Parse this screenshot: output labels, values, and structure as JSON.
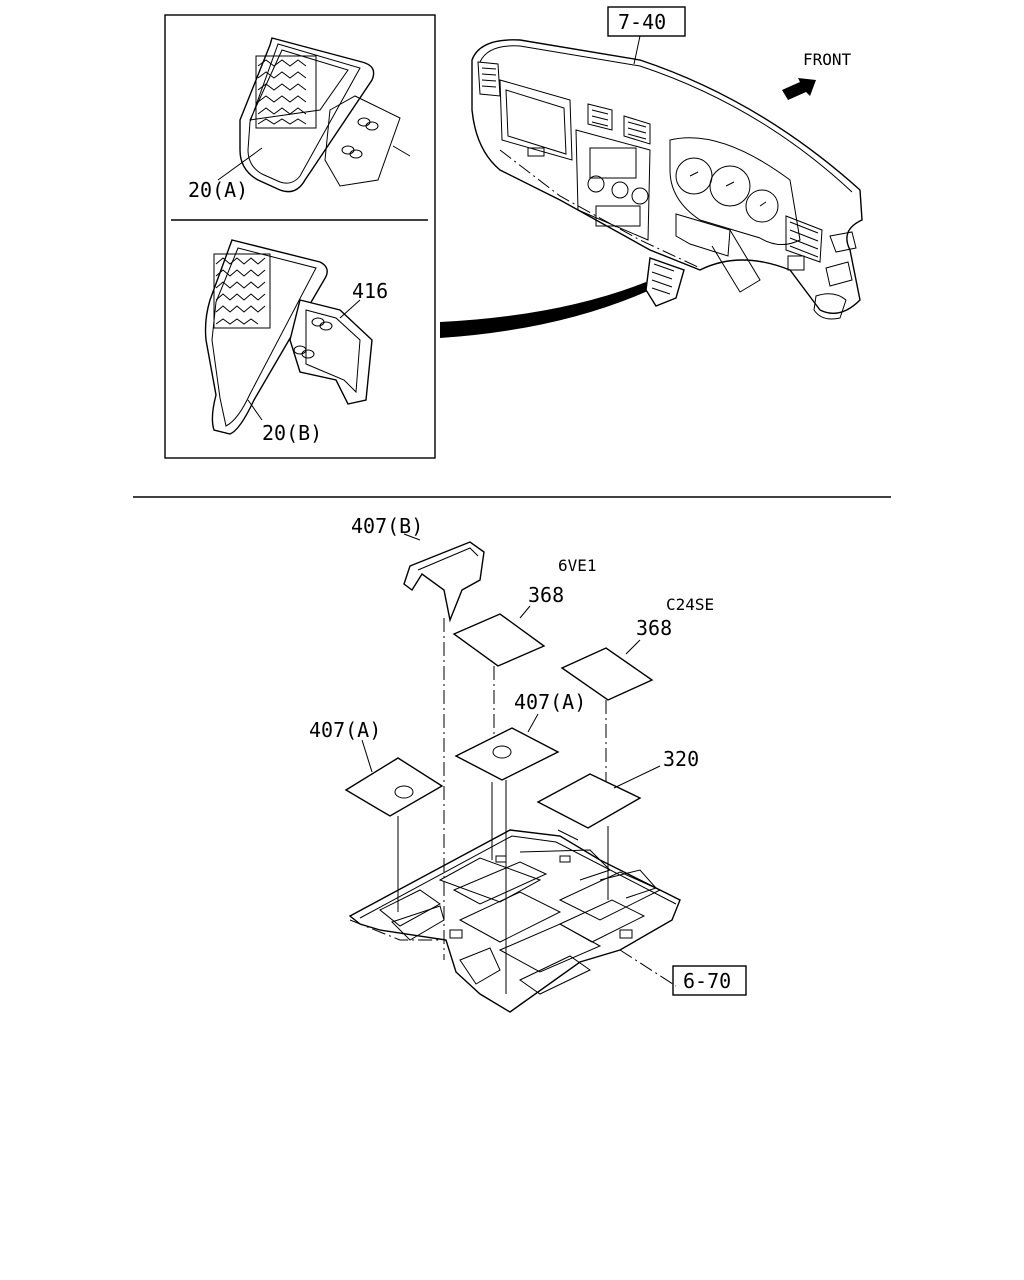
{
  "references": {
    "dashboard_ref": "7-40",
    "floor_ref": "6-70"
  },
  "direction": {
    "front_label": "FRONT"
  },
  "callouts": {
    "grille_a": "20(A)",
    "grille_b": "20(B)",
    "bracket": "416",
    "insulator_b": "407(B)",
    "insulator_a_left": "407(A)",
    "insulator_a_center": "407(A)",
    "pad_6ve1": "368",
    "pad_c24se": "368",
    "pad_320": "320"
  },
  "variants": {
    "engine_6ve1": "6VE1",
    "engine_c24se": "C24SE"
  },
  "colors": {
    "line": "#000000",
    "background": "#ffffff"
  }
}
